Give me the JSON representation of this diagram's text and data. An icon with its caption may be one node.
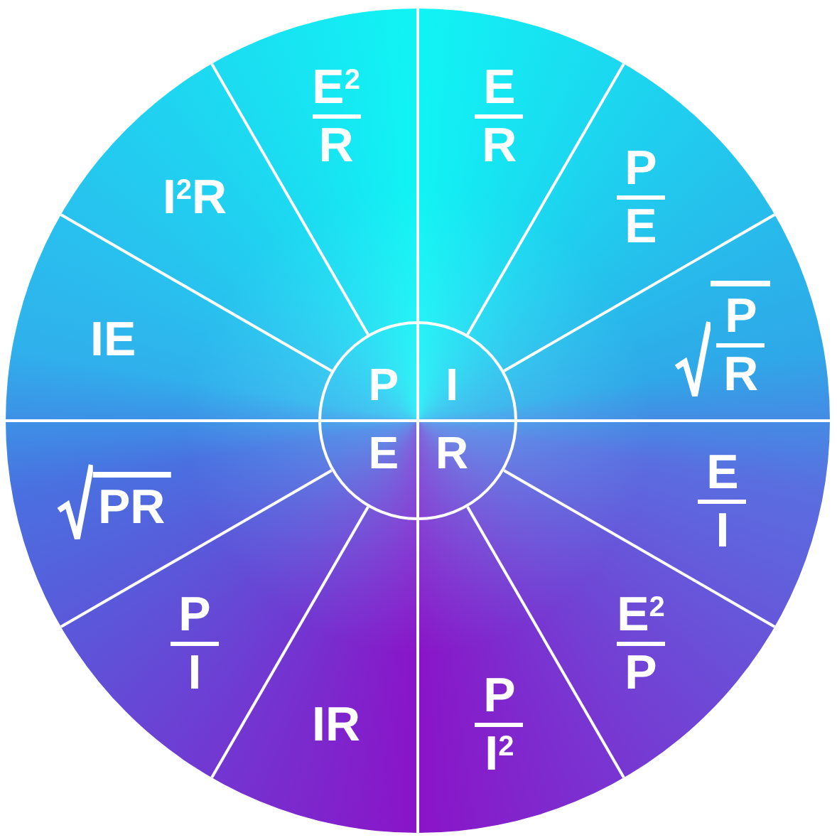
{
  "diagram": {
    "nodes": [
      {
        "text": [],
        "shape": "circle"
      },
      {
        "text": [],
        "shape": "circle",
        "in": 0
      },
      {
        "text": [
          "E$^{2}$",
          "R"
        ],
        "in": 0
      },
      {
        "text": [
          "E",
          "R"
        ],
        "in": 0
      },
      {
        "text": [
          "I$^{2}$R"
        ],
        "in": 0
      },
      {
        "text": [
          "P",
          "E"
        ],
        "in": 0
      },
      {
        "text": [
          "IE"
        ],
        "in": 0
      },
      {
        "text": [
          "P"
        ],
        "in": 1
      },
      {
        "text": [
          "I"
        ],
        "in": 1
      },
      {
        "text": [
          "P",
          "R"
        ],
        "in": 0
      },
      {
        "text": [
          "PR"
        ],
        "in": 0
      },
      {
        "text": [
          "E"
        ],
        "in": 1
      },
      {
        "text": [
          "R"
        ],
        "in": 1
      },
      {
        "text": [
          "E",
          "I"
        ],
        "in": 0
      },
      {
        "text": [
          "P",
          "I"
        ],
        "in": 0
      },
      {
        "text": [
          "E$^{2}$",
          "P"
        ],
        "in": 0
      },
      {
        "text": [
          "IR"
        ],
        "in": 0
      },
      {
        "text": [
          "P",
          "I$^{2}$"
        ],
        "in": 0
      }
    ]
  }
}
